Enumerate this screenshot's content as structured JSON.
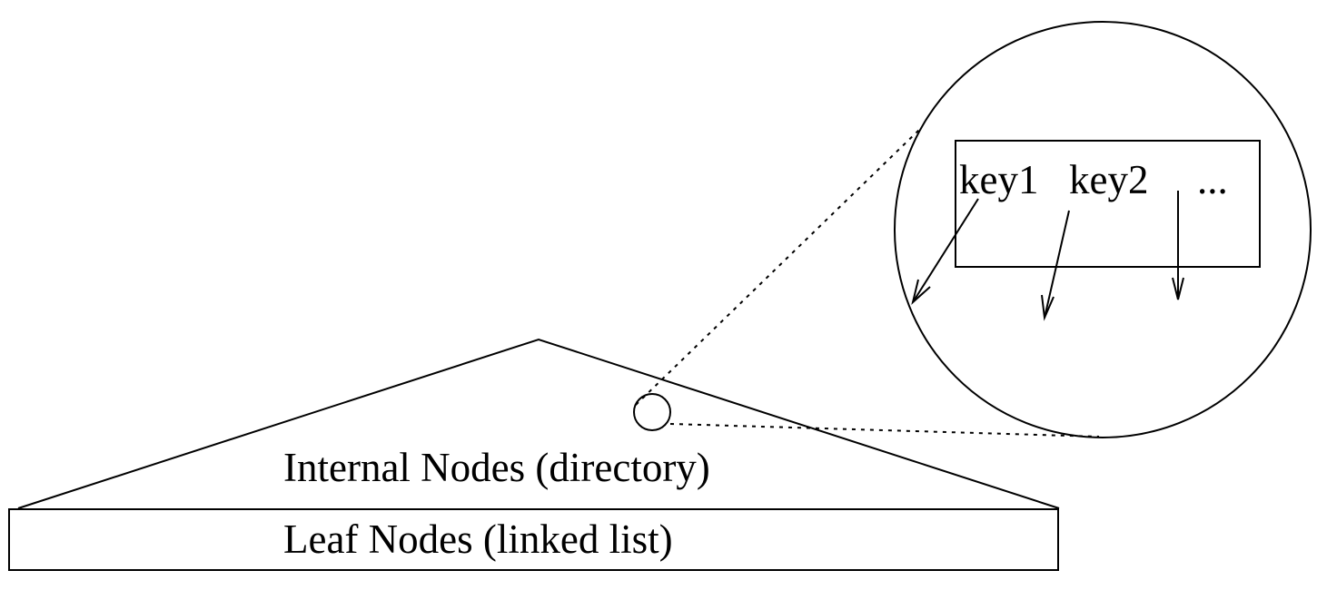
{
  "diagram": {
    "internal_nodes_label": "Internal Nodes (directory)",
    "leaf_nodes_label": "Leaf Nodes (linked list)",
    "zoom_node": {
      "keys": [
        "key1",
        "key2"
      ],
      "ellipsis": "..."
    }
  }
}
